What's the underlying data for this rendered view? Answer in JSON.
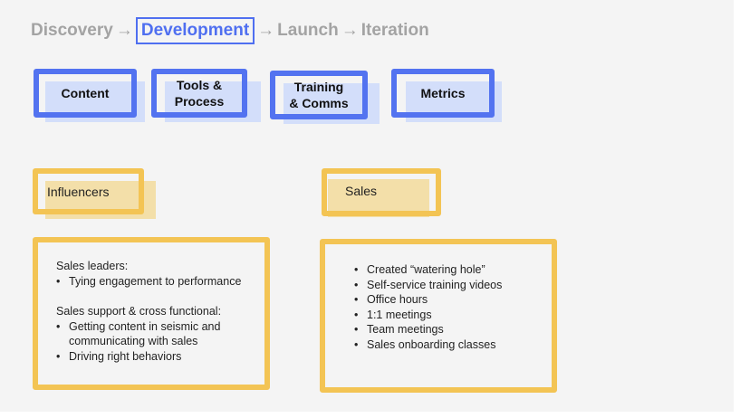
{
  "phases": {
    "items": [
      "Discovery",
      "Development",
      "Launch",
      "Iteration"
    ],
    "active": "Development",
    "arrow": "→"
  },
  "categories": [
    {
      "label": "Content"
    },
    {
      "label_lines": [
        "Tools &",
        "Process"
      ]
    },
    {
      "label_lines": [
        "Training",
        "& Comms"
      ]
    },
    {
      "label": "Metrics"
    }
  ],
  "influencers": {
    "title": "Influencers",
    "group1": {
      "heading": "Sales leaders:",
      "items": [
        "Tying engagement to performance"
      ]
    },
    "group2": {
      "heading": "Sales  support & cross functional:",
      "items": [
        "Getting content in seismic and communicating with sales",
        "Driving right behaviors"
      ]
    }
  },
  "sales": {
    "title": "Sales",
    "items": [
      "Created “watering hole”",
      "Self-service training videos",
      "Office hours",
      "1:1 meetings",
      "Team meetings",
      "Sales onboarding classes"
    ]
  },
  "colors": {
    "blue": "#5373f0",
    "yellow": "#f3c454",
    "gray": "#a3a3a3"
  }
}
